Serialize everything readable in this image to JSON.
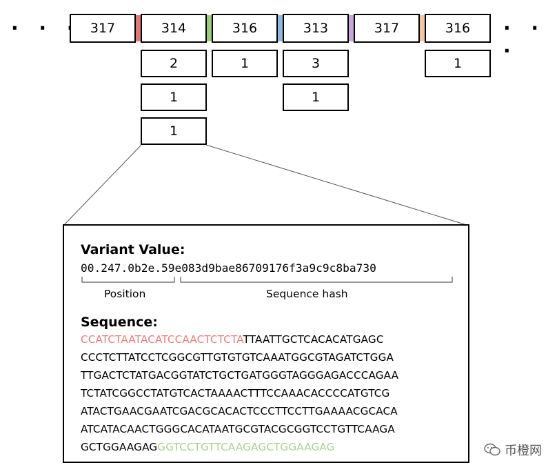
{
  "chain": {
    "ellipsis_left": "· · ·",
    "ellipsis_right": "· · ·",
    "blocks": [
      "317",
      "314",
      "316",
      "313",
      "317",
      "316"
    ],
    "separator_colors": [
      "#e07a78",
      "#9ccc7a",
      "#8fb8e0",
      "#c7a6d8",
      "#f2c6a4"
    ],
    "stacks": [
      {
        "column": 1,
        "items": [
          "2",
          "1",
          "1"
        ]
      },
      {
        "column": 2,
        "items": [
          "1"
        ]
      },
      {
        "column": 3,
        "items": [
          "3",
          "1"
        ]
      },
      {
        "column": 5,
        "items": [
          "1"
        ]
      }
    ]
  },
  "detail": {
    "variant_heading": "Variant Value:",
    "variant_position_part": "00.247.0b2e.",
    "variant_hash_part": "59e083d9bae86709176f3a9c9c8ba730",
    "position_label": "Position",
    "hash_label": "Sequence hash",
    "sequence_heading": "Sequence:",
    "sequence_line1_red": "CCATCTAATACATCCAACTCTCTA",
    "sequence_line1_black": "TTAATTGCTCACACATGAGC",
    "sequence_lines": [
      "CCCTCTTATCCTCGGCGTTGTGTGTCAAATGGCGTAGATCTGGA",
      "TTGACTCTATGACGGTATCTGCTGATGGGTAGGGAGACCCAGAA",
      "TCTATCGGCCTATGTCACTAAAACTTTCCAAACACCCCATGTCG",
      "ATACTGAACGAATCGACGCACACTCCCTTCCTTGAAAACGCACA",
      "ATCATACAACTGGGCACATAATGCGTACGCGGTCCTGTTCAAGA"
    ],
    "sequence_last_black": "GCTGGAAGAG",
    "sequence_last_green": "GGTCCTGTTCAAGAGCTGGAAGAG"
  },
  "watermark": {
    "text": "币橙网",
    "icon": "wechat-icon"
  }
}
